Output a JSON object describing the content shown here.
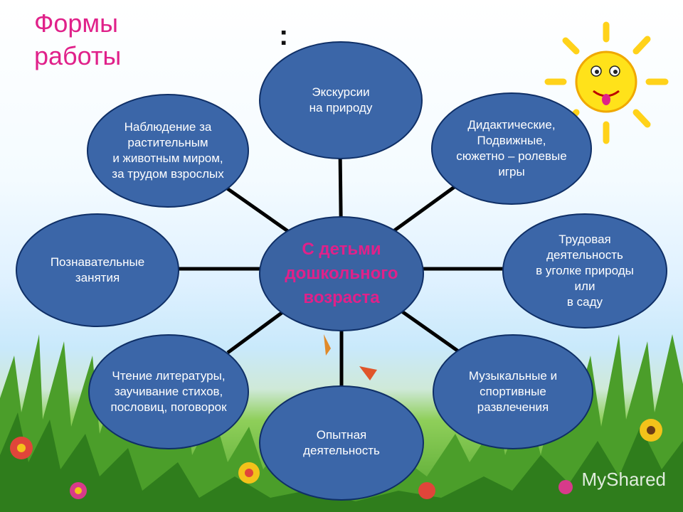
{
  "title_line1": "Формы",
  "title_line2": "работы",
  "colon": ":",
  "center": "С детьми\nдошкольного\nвозраста",
  "nodes": {
    "excursions": "Экскурсии\nна природу",
    "games": "Дидактические,\nПодвижные,\nсюжетно – ролевые\nигры",
    "labor": "Трудовая\nдеятельность\nв уголке природы\nили\nв саду",
    "music_sport": "Музыкальные и\nспортивные\nразвлечения",
    "experiments": "Опытная\nдеятельность",
    "reading": "Чтение литературы,\nзаучивание стихов,\nпословиц, поговорок",
    "cognitive": "Познавательные\nзанятия",
    "observation": "Наблюдение за\nрастительным\nи животным миром,\nза трудом взрослых"
  },
  "watermark": "MyShared",
  "colors": {
    "node_fill": "#3b66a8",
    "node_border": "#0f2f66",
    "accent": "#e0218a",
    "sun": "#ffe21a"
  }
}
